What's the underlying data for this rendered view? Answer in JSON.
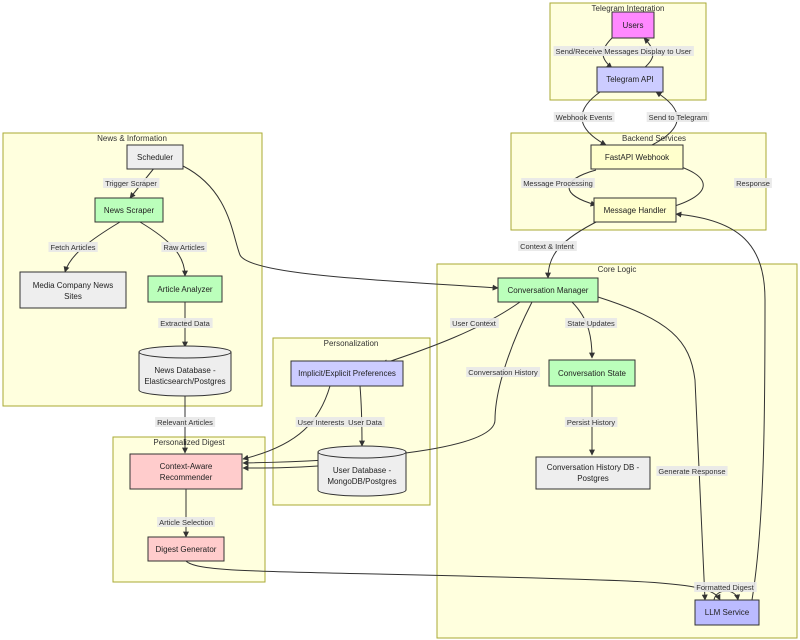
{
  "clusters": {
    "telegram": "Telegram Integration",
    "backend": "Backend Services",
    "news": "News & Information",
    "core": "Core Logic",
    "personalization": "Personalization",
    "digest": "Personalized Digest"
  },
  "nodes": {
    "users": "Users",
    "telegram_api": "Telegram API",
    "fastapi_webhook": "FastAPI Webhook",
    "message_handler": "Message Handler",
    "scheduler": "Scheduler",
    "news_scraper": "News Scraper",
    "media_sites": [
      "Media Company News",
      "Sites"
    ],
    "article_analyzer": "Article Analyzer",
    "news_db": [
      "News Database -",
      "Elasticsearch/Postgres"
    ],
    "conversation_manager": "Conversation Manager",
    "conversation_state": "Conversation State",
    "conversation_history_db": [
      "Conversation History DB -",
      "Postgres"
    ],
    "preferences": "Implicit/Explicit Preferences",
    "user_db": [
      "User Database -",
      "MongoDB/Postgres"
    ],
    "recommender": [
      "Context-Aware",
      "Recommender"
    ],
    "digest_generator": "Digest Generator",
    "llm_service": "LLM Service"
  },
  "edges": {
    "send_receive": "Send/Receive Messages",
    "display_to_user": "Display to User",
    "webhook_events": "Webhook Events",
    "send_to_telegram": "Send to Telegram",
    "message_processing": "Message Processing",
    "response": "Response",
    "trigger_scraper": "Trigger Scraper",
    "fetch_articles": "Fetch Articles",
    "raw_articles": "Raw Articles",
    "extracted_data": "Extracted Data",
    "context_intent": "Context & Intent",
    "user_context": "User Context",
    "state_updates": "State Updates",
    "conversation_history": "Conversation History",
    "persist_history": "Persist History",
    "generate_response": "Generate Response",
    "relevant_articles": "Relevant Articles",
    "user_interests": "User Interests",
    "user_data": "User Data",
    "article_selection": "Article Selection",
    "formatted_digest": "Formatted Digest"
  },
  "colors": {
    "cluster_fill": "#ffffde",
    "cluster_stroke": "#aaaa33",
    "pink": "#ff88ff",
    "lavender": "#ccccff",
    "yellow": "#ffffcc",
    "green": "#bbffbb",
    "gray": "#eeeeee",
    "red": "#ffcccc",
    "blue": "#bbbbff"
  }
}
